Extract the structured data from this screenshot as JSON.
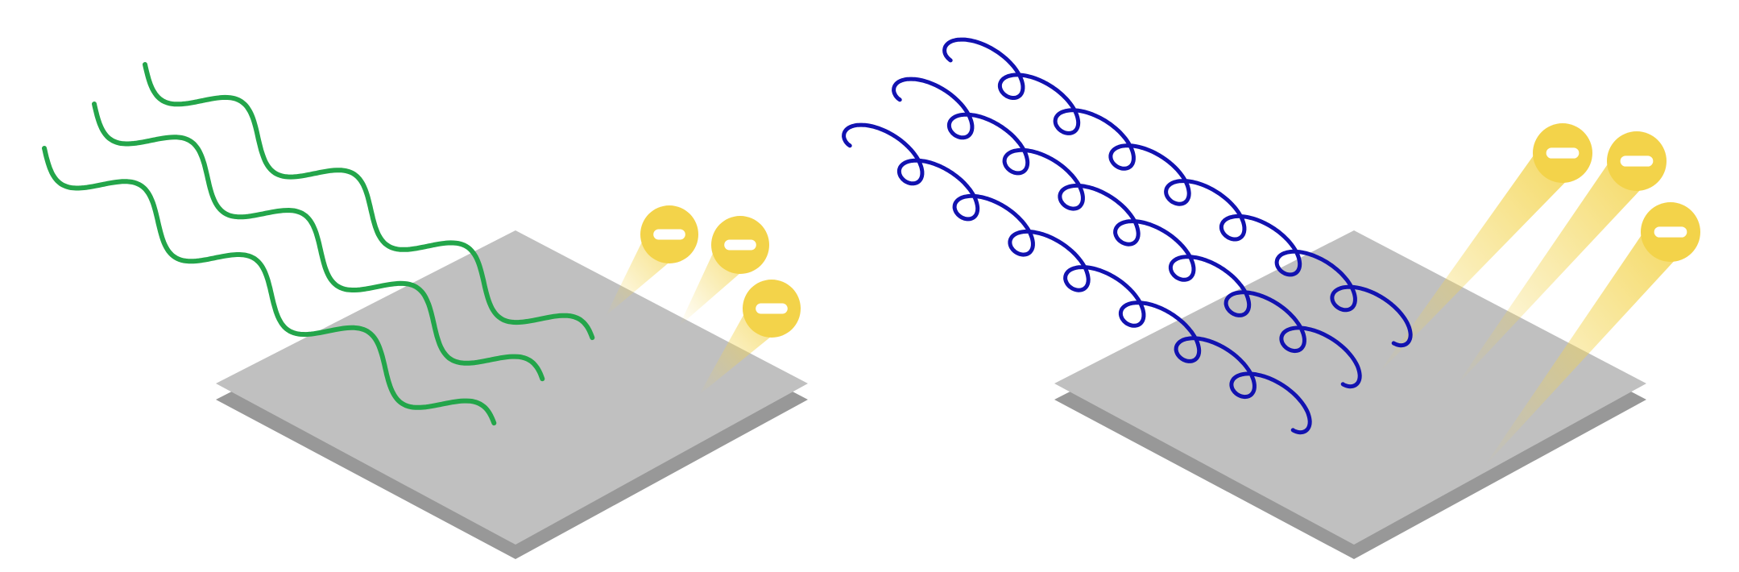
{
  "panels": [
    {
      "id": "left",
      "wave": "long-wavelength",
      "wave_count": 3,
      "electron_count": 3
    },
    {
      "id": "right",
      "wave": "short-wavelength",
      "wave_count": 3,
      "electron_count": 3
    }
  ],
  "colors": {
    "plate_top": "#c0c0c0",
    "plate_side": "#989898",
    "wave_low_energy": "#23a54a",
    "wave_high_energy": "#1212b0",
    "electron": "#f3d34a",
    "electron_sign": "#ffffff",
    "trail": "#f3d34a"
  },
  "icons": {
    "electron": "electron-minus-icon"
  }
}
